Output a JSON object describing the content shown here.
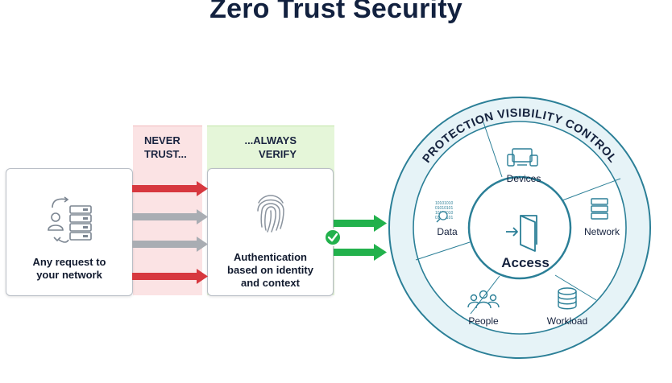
{
  "title": "Zero Trust Security",
  "left": {
    "never_label_1": "NEVER",
    "never_label_2": "TRUST...",
    "always_label_1": "...ALWAYS",
    "always_label_2": "VERIFY",
    "request_line_1": "Any request to",
    "request_line_2": "your network",
    "auth_line_1": "Authentication",
    "auth_line_2": "based on identity",
    "auth_line_3": "and context"
  },
  "ring": {
    "arc_text": "PROTECTION VISIBILITY CONTROL",
    "center_label": "Access",
    "segments": [
      "Devices",
      "Network",
      "Workload",
      "People",
      "Data"
    ]
  },
  "colors": {
    "title": "#12213f",
    "red_arrow": "#d7383f",
    "grey_arrow": "#a9adb3",
    "green_arrow": "#22b14c",
    "ring_teal": "#2b7f97",
    "ring_fill": "#e6f3f7",
    "never_band": "#fbe3e4",
    "always_band": "#e5f6d9"
  },
  "icons": [
    "user-server-icon",
    "fingerprint-icon",
    "checkmark-icon",
    "devices-icon",
    "server-icon",
    "database-icon",
    "people-icon",
    "binary-data-icon",
    "door-enter-icon"
  ]
}
